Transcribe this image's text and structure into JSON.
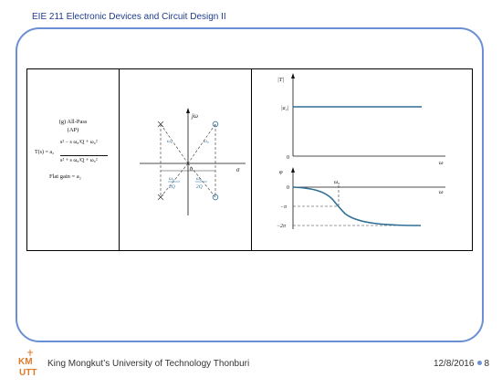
{
  "slide": {
    "title": "EIE 211 Electronic Devices and Circuit Design II",
    "footer_org": "King Mongkut’s University of Technology Thonburi",
    "date": "12/8/2016",
    "page": "8",
    "logo_text": "KMUTT"
  },
  "figure": {
    "filter_name": "(g) All-Pass",
    "filter_abbr": "(AP)",
    "tf_lhs": "T(s) = a₂",
    "tf_num": "s² − s ω₀/Q + ω₀²",
    "tf_den": "s² + s ω₀/Q + ω₀²",
    "flat_gain": "Flat gain = a₂",
    "pz_axis_imag": "jω",
    "pz_axis_real": "σ",
    "pz_origin": "0",
    "pz_omega_left": "ω₀",
    "pz_omega_right": "ω₀",
    "pz_frac_num": "ω₀",
    "pz_frac_den": "2Q",
    "mag_ylabel": "|T|",
    "mag_level": "|a₂|",
    "mag_origin": "0",
    "mag_xlabel": "ω",
    "phase_ylabel": "φ",
    "phase_origin": "0",
    "phase_omega0": "ω₀",
    "phase_xlabel": "ω",
    "phase_minus_pi": "−π",
    "phase_minus_2pi": "−2π"
  }
}
